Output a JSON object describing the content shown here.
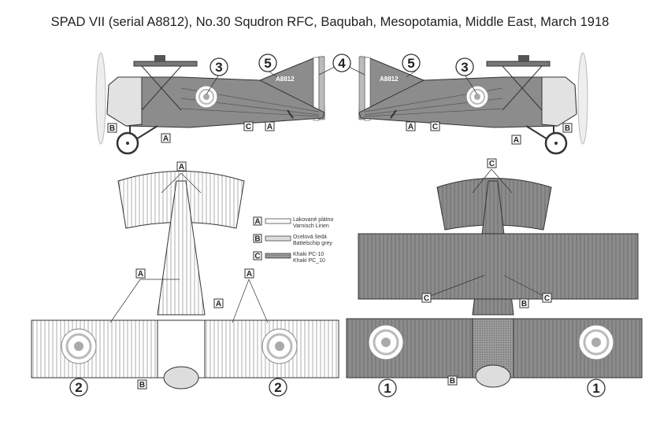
{
  "title": "SPAD VII (serial A8812), No.30 Squdron RFC, Baqubah, Mesopotamia, Middle East, March 1918",
  "serial_marking": "A8812",
  "colors": {
    "varnish_linen": "#ffffff",
    "battleship_grey": "#dcdcdc",
    "khaki_pc10": "#8c8c8c",
    "roundel_blue": "#9a9a9a",
    "outline": "#333333"
  },
  "callouts": {
    "n1": "1",
    "n2": "2",
    "n3": "3",
    "n4": "4",
    "n5": "5"
  },
  "letters": {
    "a": "A",
    "b": "B",
    "c": "C"
  },
  "legend": [
    {
      "key": "A",
      "line1": "Lakované plátno",
      "line2": "Varnisch Linen"
    },
    {
      "key": "B",
      "line1": "Ocelová šedá",
      "line2": "Battelschip grey"
    },
    {
      "key": "C",
      "line1": "Khaki PC-10",
      "line2": "Khaki PC_10"
    }
  ]
}
